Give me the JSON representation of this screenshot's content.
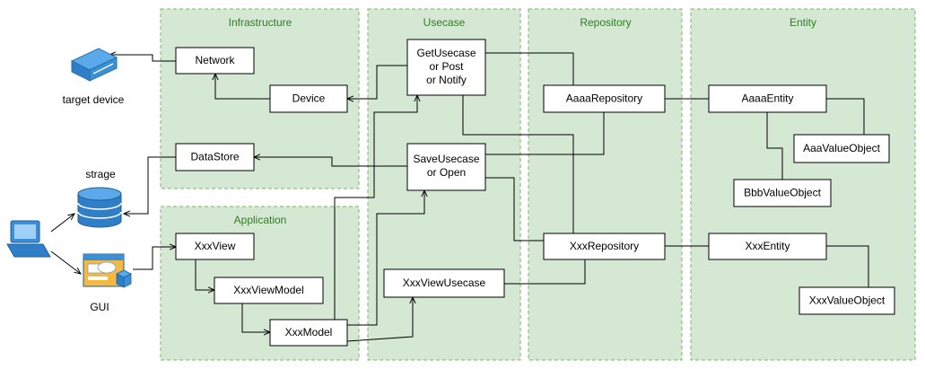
{
  "zones": {
    "infrastructure": "Infrastructure",
    "application": "Application",
    "usecase": "Usecase",
    "repository": "Repository",
    "entity": "Entity"
  },
  "boxes": {
    "network": "Network",
    "device": "Device",
    "datastore": "DataStore",
    "xxx_view": "XxxView",
    "xxx_view_model": "XxxViewModel",
    "xxx_model": "XxxModel",
    "get_usecase": [
      "GetUsecase",
      "or Post",
      "or Notify"
    ],
    "save_usecase": [
      "SaveUsecase",
      "or Open"
    ],
    "xxx_view_usecase": "XxxViewUsecase",
    "aaaa_repository": "AaaaRepository",
    "xxx_repository": "XxxRepository",
    "aaaa_entity": "AaaaEntity",
    "aaa_value_object": "AaaValueObject",
    "bbb_value_object": "BbbValueObject",
    "xxx_entity": "XxxEntity",
    "xxx_value_object": "XxxValueObject"
  },
  "icons": {
    "target_device": {
      "label": "target device",
      "icon": "network-device-icon",
      "color": "#3b8fd6"
    },
    "storage": {
      "label": "strage",
      "icon": "database-icon",
      "color": "#2f7fc8"
    },
    "gui": {
      "label": "GUI",
      "icon": "gui-window-icon",
      "color": "#4a9be0"
    },
    "user": {
      "icon": "computer-user-icon",
      "color": "#3b8fd6"
    }
  }
}
